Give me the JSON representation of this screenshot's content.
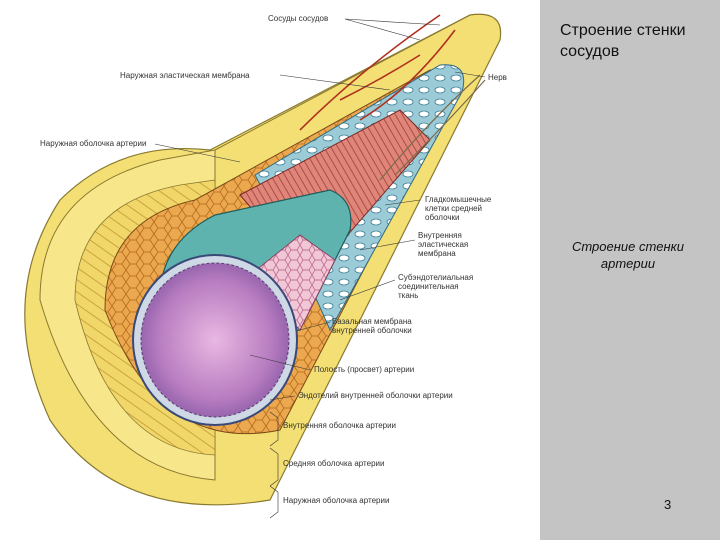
{
  "slide": {
    "title": "Строение стенки сосудов",
    "subtitle": "Строение стенки артерии",
    "page_number": "3"
  },
  "labels": {
    "vasa_vasorum": "Сосуды сосудов",
    "outer_elastic_membrane": "Наружная эластическая мембрана",
    "nerve": "Нерв",
    "adventitia_top": "Наружная оболочка артерии",
    "smooth_muscle": "Гладкомышечные клетки средней оболочки",
    "inner_elastic_membrane": "Внутренняя эластическая мембрана",
    "subendothelial": "Субэндотелиальная соединительная ткань",
    "basal_membrane": "Базальная мембрана внутренней оболочки",
    "lumen": "Полость (просвет) артерии",
    "endothelium": "Эндотелий внутренней оболочки артерии",
    "intima": "Внутренняя оболочка артерии",
    "media": "Средняя оболочка артерии",
    "adventitia_bottom": "Наружная оболочка артерии"
  },
  "colors": {
    "right_panel": "#c4c4c4",
    "adventitia": "#f2dc6a",
    "media": "#e7a24c",
    "elastic": "#8fc5d6",
    "intima": "#5fb1ad",
    "endothelium_pink": "#e8b4c8",
    "lumen": "#c48bc4"
  }
}
